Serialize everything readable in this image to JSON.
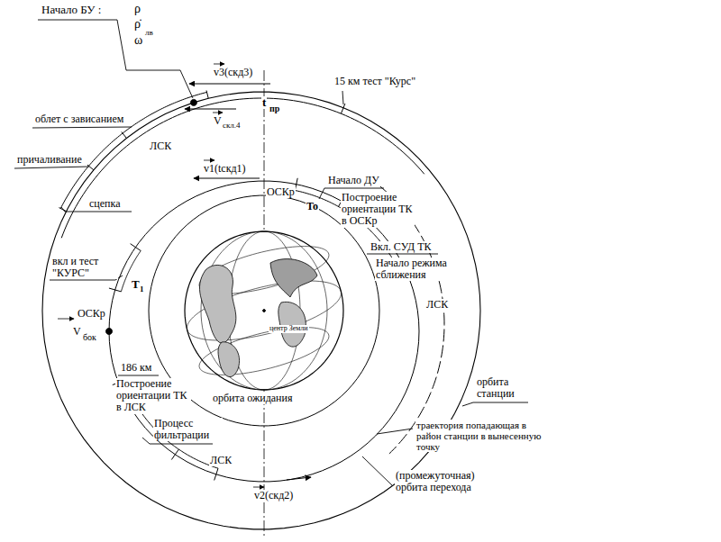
{
  "diagram": {
    "labels": [
      "Начало БУ :",
      "ρ",
      "ρ̇",
      "ω",
      "лв",
      "v3(скд3)",
      "15 км тест \"Курс\"",
      "облет с зависанием",
      "t",
      "пр",
      "V",
      "скл.4",
      "причаливание",
      "ЛСК",
      "сцепка",
      "v1(tскд1)",
      "ОСКр",
      "Начало ДУ",
      "To",
      "Построение ориентации ТК в ОСКр",
      "Вкл. СУД ТК",
      "Начало режима сближения",
      "ЛСК",
      "вкл и тест \"КУРС\"",
      "T",
      "1",
      "ОСКр",
      "V",
      "бок",
      "186 км",
      "Построение ориентации ТК в ЛСК",
      "Процесс фильтрации",
      "ЛСК",
      "центр Земли",
      "орбита ожидания",
      "орбита станции",
      "траектория попадающая в район станции в вынесенную точку",
      "(промежуточная) орбита перехода",
      "v2(скд2)"
    ]
  }
}
